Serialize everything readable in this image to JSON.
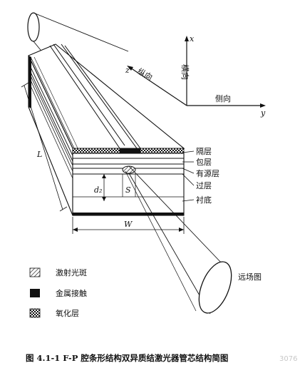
{
  "axes": {
    "x": "x",
    "y": "y",
    "z": "z",
    "vertical_label": "横向",
    "lateral_label": "侧向",
    "longitudinal_label": "纵向"
  },
  "layers": {
    "top": "隔层",
    "cladding": "包层",
    "active": "有源层",
    "lower": "过层",
    "substrate": "衬底"
  },
  "dims": {
    "L": "L",
    "d2": "d₂",
    "S": "S",
    "W": "W"
  },
  "far_field": "远场图",
  "legend": [
    {
      "pattern": "hatch",
      "label": "激射光斑"
    },
    {
      "pattern": "solid",
      "label": "金属接触"
    },
    {
      "pattern": "checker",
      "label": "氧化层"
    }
  ],
  "caption": "图 4.1-1   F-P 腔条形结构双异质结激光器管芯结构简图",
  "watermark": "3076"
}
